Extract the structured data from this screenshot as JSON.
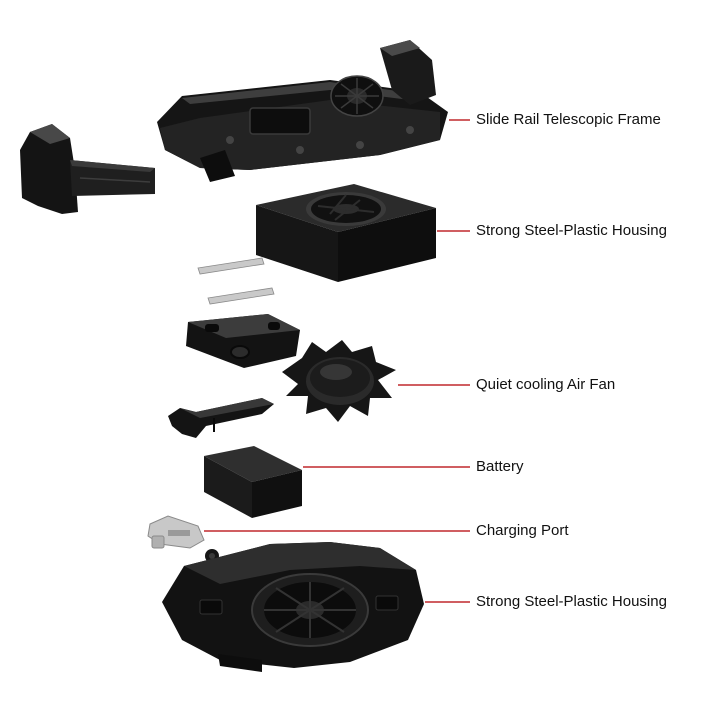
{
  "colors": {
    "part_dark": "#151515",
    "part_mid": "#2a2a2a",
    "part_edge": "#3a3a3a",
    "part_highlight": "#555555",
    "metal": "#c9c9c9",
    "leader_line": "#c0282d",
    "text": "#111111"
  },
  "components": [
    {
      "id": "frame",
      "icon": "slide-rail-frame-icon"
    },
    {
      "id": "left-clamp",
      "icon": "left-clamp-arm-icon"
    },
    {
      "id": "fan-housing",
      "icon": "square-fan-housing-icon"
    },
    {
      "id": "steel-pins",
      "icon": "steel-pin-icon"
    },
    {
      "id": "bracket",
      "icon": "mounting-bracket-icon"
    },
    {
      "id": "impeller",
      "icon": "fan-impeller-icon"
    },
    {
      "id": "clip",
      "icon": "small-clip-icon"
    },
    {
      "id": "battery",
      "icon": "battery-block-icon"
    },
    {
      "id": "charging-port",
      "icon": "charging-port-icon"
    },
    {
      "id": "bottom-housing",
      "icon": "bottom-housing-icon"
    }
  ],
  "labels": {
    "frame": "Slide Rail Telescopic Frame",
    "housing_top": "Strong Steel-Plastic Housing",
    "fan": "Quiet cooling Air Fan",
    "battery": "Battery",
    "charging_port": "Charging Port",
    "housing_bottom": "Strong Steel-Plastic Housing"
  }
}
